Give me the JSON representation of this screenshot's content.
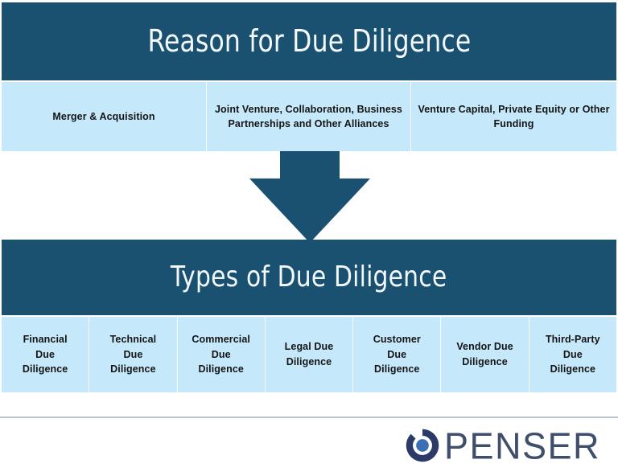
{
  "sections": {
    "reason": {
      "title": "Reason for Due Diligence",
      "items": [
        "Merger & Acquisition",
        "Joint Venture, Collaboration, Business Partnerships and Other Alliances",
        "Venture Capital, Private Equity or Other Funding"
      ]
    },
    "types": {
      "title": "Types of Due Diligence",
      "items": [
        "Financial\nDue\nDiligence",
        "Technical\nDue\nDiligence",
        "Commercial\nDue\nDiligence",
        "Legal Due\nDiligence",
        "Customer\nDue\nDiligence",
        "Vendor Due\nDiligence",
        "Third-Party\nDue\nDiligence"
      ]
    }
  },
  "arrow": {
    "direction": "down",
    "label": "down-arrow"
  },
  "brand": {
    "wordmark": "PENSER",
    "mark_name": "penser-circle-logo"
  },
  "colors": {
    "banner_dark_teal": "#1b5170",
    "card_light_blue": "#c5e9fb",
    "arrow_teal": "#1b5170",
    "text_dark": "#141414",
    "banner_text": "#f2f8fb",
    "rule_gray": "#b8c3cc",
    "logo_ring_navy": "#2b3a66",
    "logo_dot_blue": "#3a6fb5",
    "wordmark_navy": "#3f4e6b"
  }
}
